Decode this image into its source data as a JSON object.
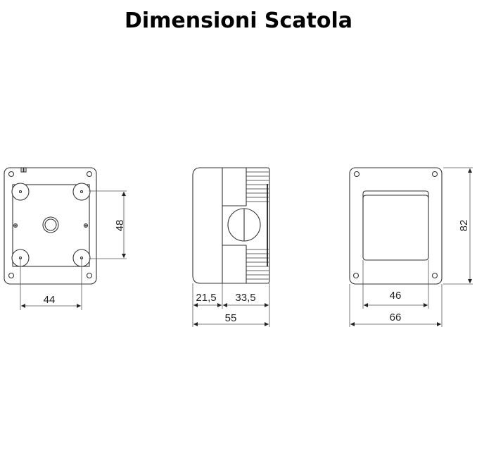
{
  "title": "Dimensioni Scatola",
  "views": {
    "back": {
      "name": "back-view",
      "dimensions": {
        "vertical_holes": "48",
        "horizontal_holes": "44"
      }
    },
    "side": {
      "name": "side-view",
      "dimensions": {
        "front_depth": "21,5",
        "rear_depth": "33,5",
        "total_depth": "55"
      }
    },
    "front": {
      "name": "front-view",
      "dimensions": {
        "height": "82",
        "inner_width": "46",
        "width": "66"
      }
    }
  },
  "colors": {
    "line": "#333333",
    "dim_line": "#555555",
    "background": "#ffffff"
  }
}
